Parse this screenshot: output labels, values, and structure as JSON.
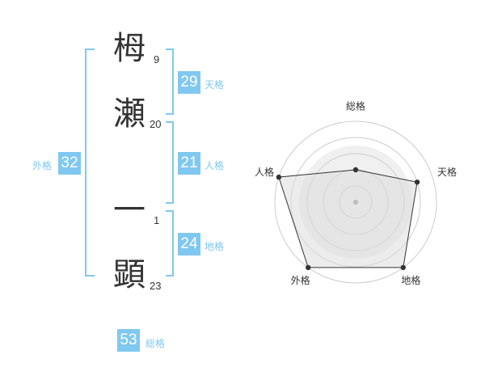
{
  "name_chars": [
    {
      "char": "栂",
      "strokes": "9"
    },
    {
      "char": "瀬",
      "strokes": "20"
    },
    {
      "char": "一",
      "strokes": "1"
    },
    {
      "char": "顕",
      "strokes": "23"
    }
  ],
  "scores": {
    "tenkaku": {
      "value": "29",
      "label": "天格"
    },
    "jinkaku": {
      "value": "21",
      "label": "人格"
    },
    "chikaku": {
      "value": "24",
      "label": "地格"
    },
    "gaikaku": {
      "value": "32",
      "label": "外格"
    },
    "soukaku": {
      "value": "53",
      "label": "総格"
    }
  },
  "colors": {
    "accent": "#80c8f0",
    "text": "#333333",
    "grid": "#cccccc",
    "fill": "#e6e6e6"
  },
  "chart_data": {
    "type": "radar",
    "axes": [
      "総格",
      "天格",
      "地格",
      "外格",
      "人格"
    ],
    "values": [
      2,
      4,
      5,
      5,
      5
    ],
    "max": 5,
    "rings": 5
  }
}
